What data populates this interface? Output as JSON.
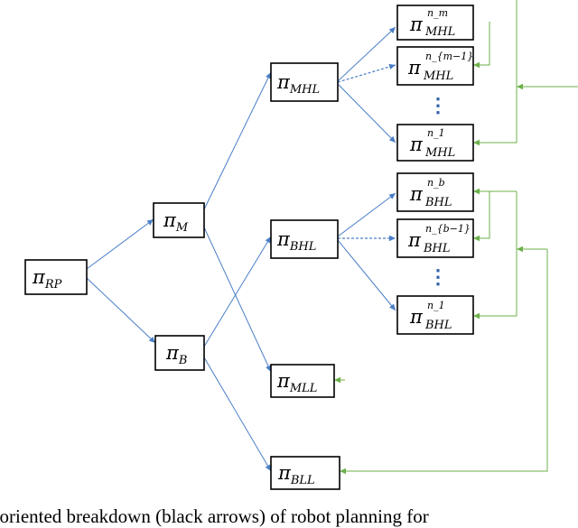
{
  "symbol": "π",
  "nodes": [
    {
      "id": "rp",
      "sub": "RP",
      "sup": ""
    },
    {
      "id": "m",
      "sub": "M",
      "sup": ""
    },
    {
      "id": "b",
      "sub": "B",
      "sup": ""
    },
    {
      "id": "mhl",
      "sub": "MHL",
      "sup": ""
    },
    {
      "id": "bhl",
      "sub": "BHL",
      "sup": ""
    },
    {
      "id": "mll",
      "sub": "MLL",
      "sup": ""
    },
    {
      "id": "bll",
      "sub": "BLL",
      "sup": ""
    },
    {
      "id": "mhl_nm",
      "sub": "MHL",
      "sup": "n_m"
    },
    {
      "id": "mhl_nm1",
      "sub": "MHL",
      "sup": "n_{m−1}"
    },
    {
      "id": "mhl_n1",
      "sub": "MHL",
      "sup": "n_1"
    },
    {
      "id": "bhl_nb",
      "sub": "BHL",
      "sup": "n_b"
    },
    {
      "id": "bhl_nb1",
      "sub": "BHL",
      "sup": "n_{b−1}"
    },
    {
      "id": "bhl_n1",
      "sub": "BHL",
      "sup": "n_1"
    }
  ],
  "ellipsis": "⋮",
  "caption": "k-oriented breakdown (black arrows) of robot planning for"
}
